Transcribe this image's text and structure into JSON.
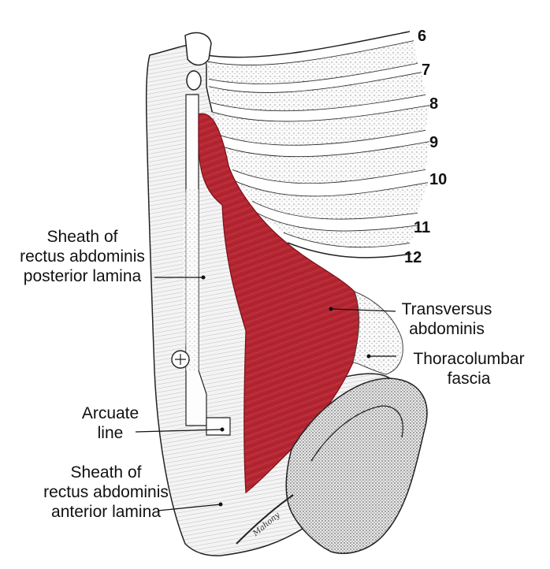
{
  "colors": {
    "muscle": "#b52632",
    "muscle_dark": "#8e1822",
    "ink": "#1a1a1a",
    "bone": "#ffffff",
    "paper": "#ffffff"
  },
  "ribs": [
    "6",
    "7",
    "8",
    "9",
    "10",
    "11",
    "12"
  ],
  "labels": {
    "sheath_posterior": [
      "Sheath of",
      "rectus abdominis",
      "posterior lamina"
    ],
    "transversus": [
      "Transversus",
      "abdominis"
    ],
    "thoracolumbar": [
      "Thoracolumbar",
      "fascia"
    ],
    "arcuate": [
      "Arcuate",
      "line"
    ],
    "sheath_anterior": [
      "Sheath of",
      "rectus abdominis",
      "anterior lamina"
    ]
  },
  "signature": "Mahony"
}
